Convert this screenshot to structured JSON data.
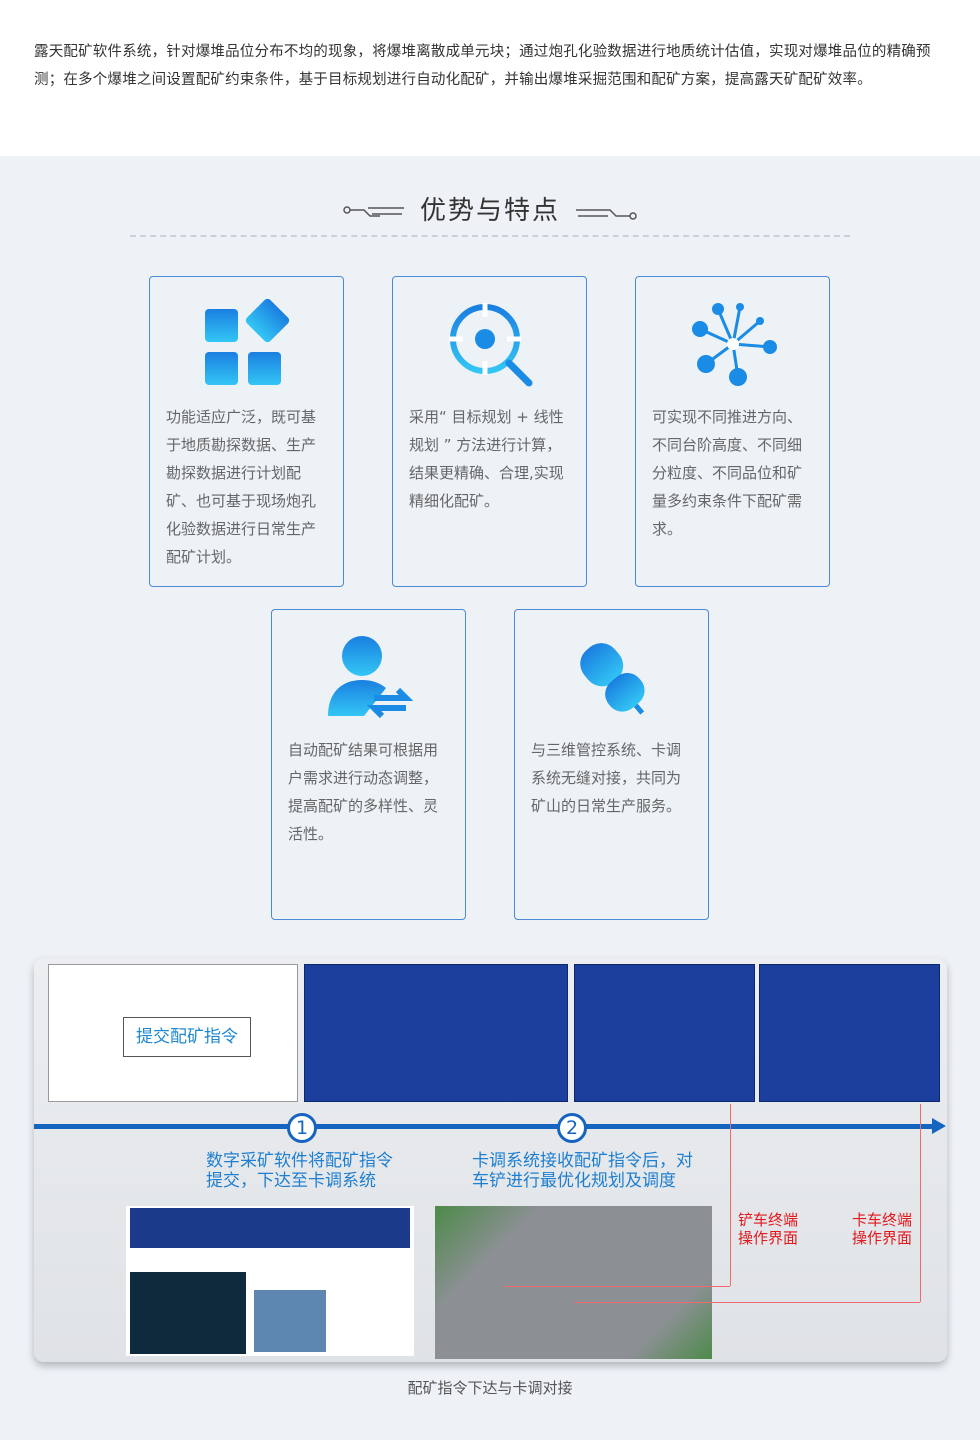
{
  "intro": "露天配矿软件系统，针对爆堆品位分布不均的现象，将爆堆离散成单元块；通过炮孔化验数据进行地质统计估值，实现对爆堆品位的精确预测；在多个爆堆之间设置配矿约束条件，基于目标规划进行自动化配矿，并输出爆堆采掘范围和配矿方案，提高露天矿配矿效率。",
  "section_title": "优势与特点",
  "cards": [
    {
      "icon": "blocks-icon",
      "text": "功能适应广泛，既可基于地质勘探数据、生产勘探数据进行计划配矿、也可基于现场炮孔化验数据进行日常生产配矿计划。"
    },
    {
      "icon": "target-search-icon",
      "text": "采用“ 目标规划 + 线性规划 ” 方法进行计算，结果更精确、合理,实现精细化配矿。"
    },
    {
      "icon": "network-icon",
      "text": "可实现不同推进方向、不同台阶高度、不同细分粒度、不同品位和矿量多约束条件下配矿需求。"
    },
    {
      "icon": "user-sync-icon",
      "text": "自动配矿结果可根据用户需求进行动态调整，提高配矿的多样性、灵活性。"
    },
    {
      "icon": "plug-icon",
      "text": "与三维管控系统、卡调系统无缝对接，共同为矿山的日常生产服务。"
    }
  ],
  "diagram": {
    "callout": "提交配矿指令",
    "steps": [
      {
        "num": "1",
        "line1": "数字采矿软件将配矿指令",
        "line2": "提交，下达至卡调系统"
      },
      {
        "num": "2",
        "line1": "卡调系统接收配矿指令后，对",
        "line2": "车铲进行最优化规划及调度"
      }
    ],
    "shovel_label": [
      "铲车终端",
      "操作界面"
    ],
    "truck_label": [
      "卡车终端",
      "操作界面"
    ],
    "caption": "配矿指令下达与卡调对接"
  },
  "colors": {
    "accent": "#1565c0",
    "red": "#e3171b",
    "border": "#4a8ad6"
  }
}
